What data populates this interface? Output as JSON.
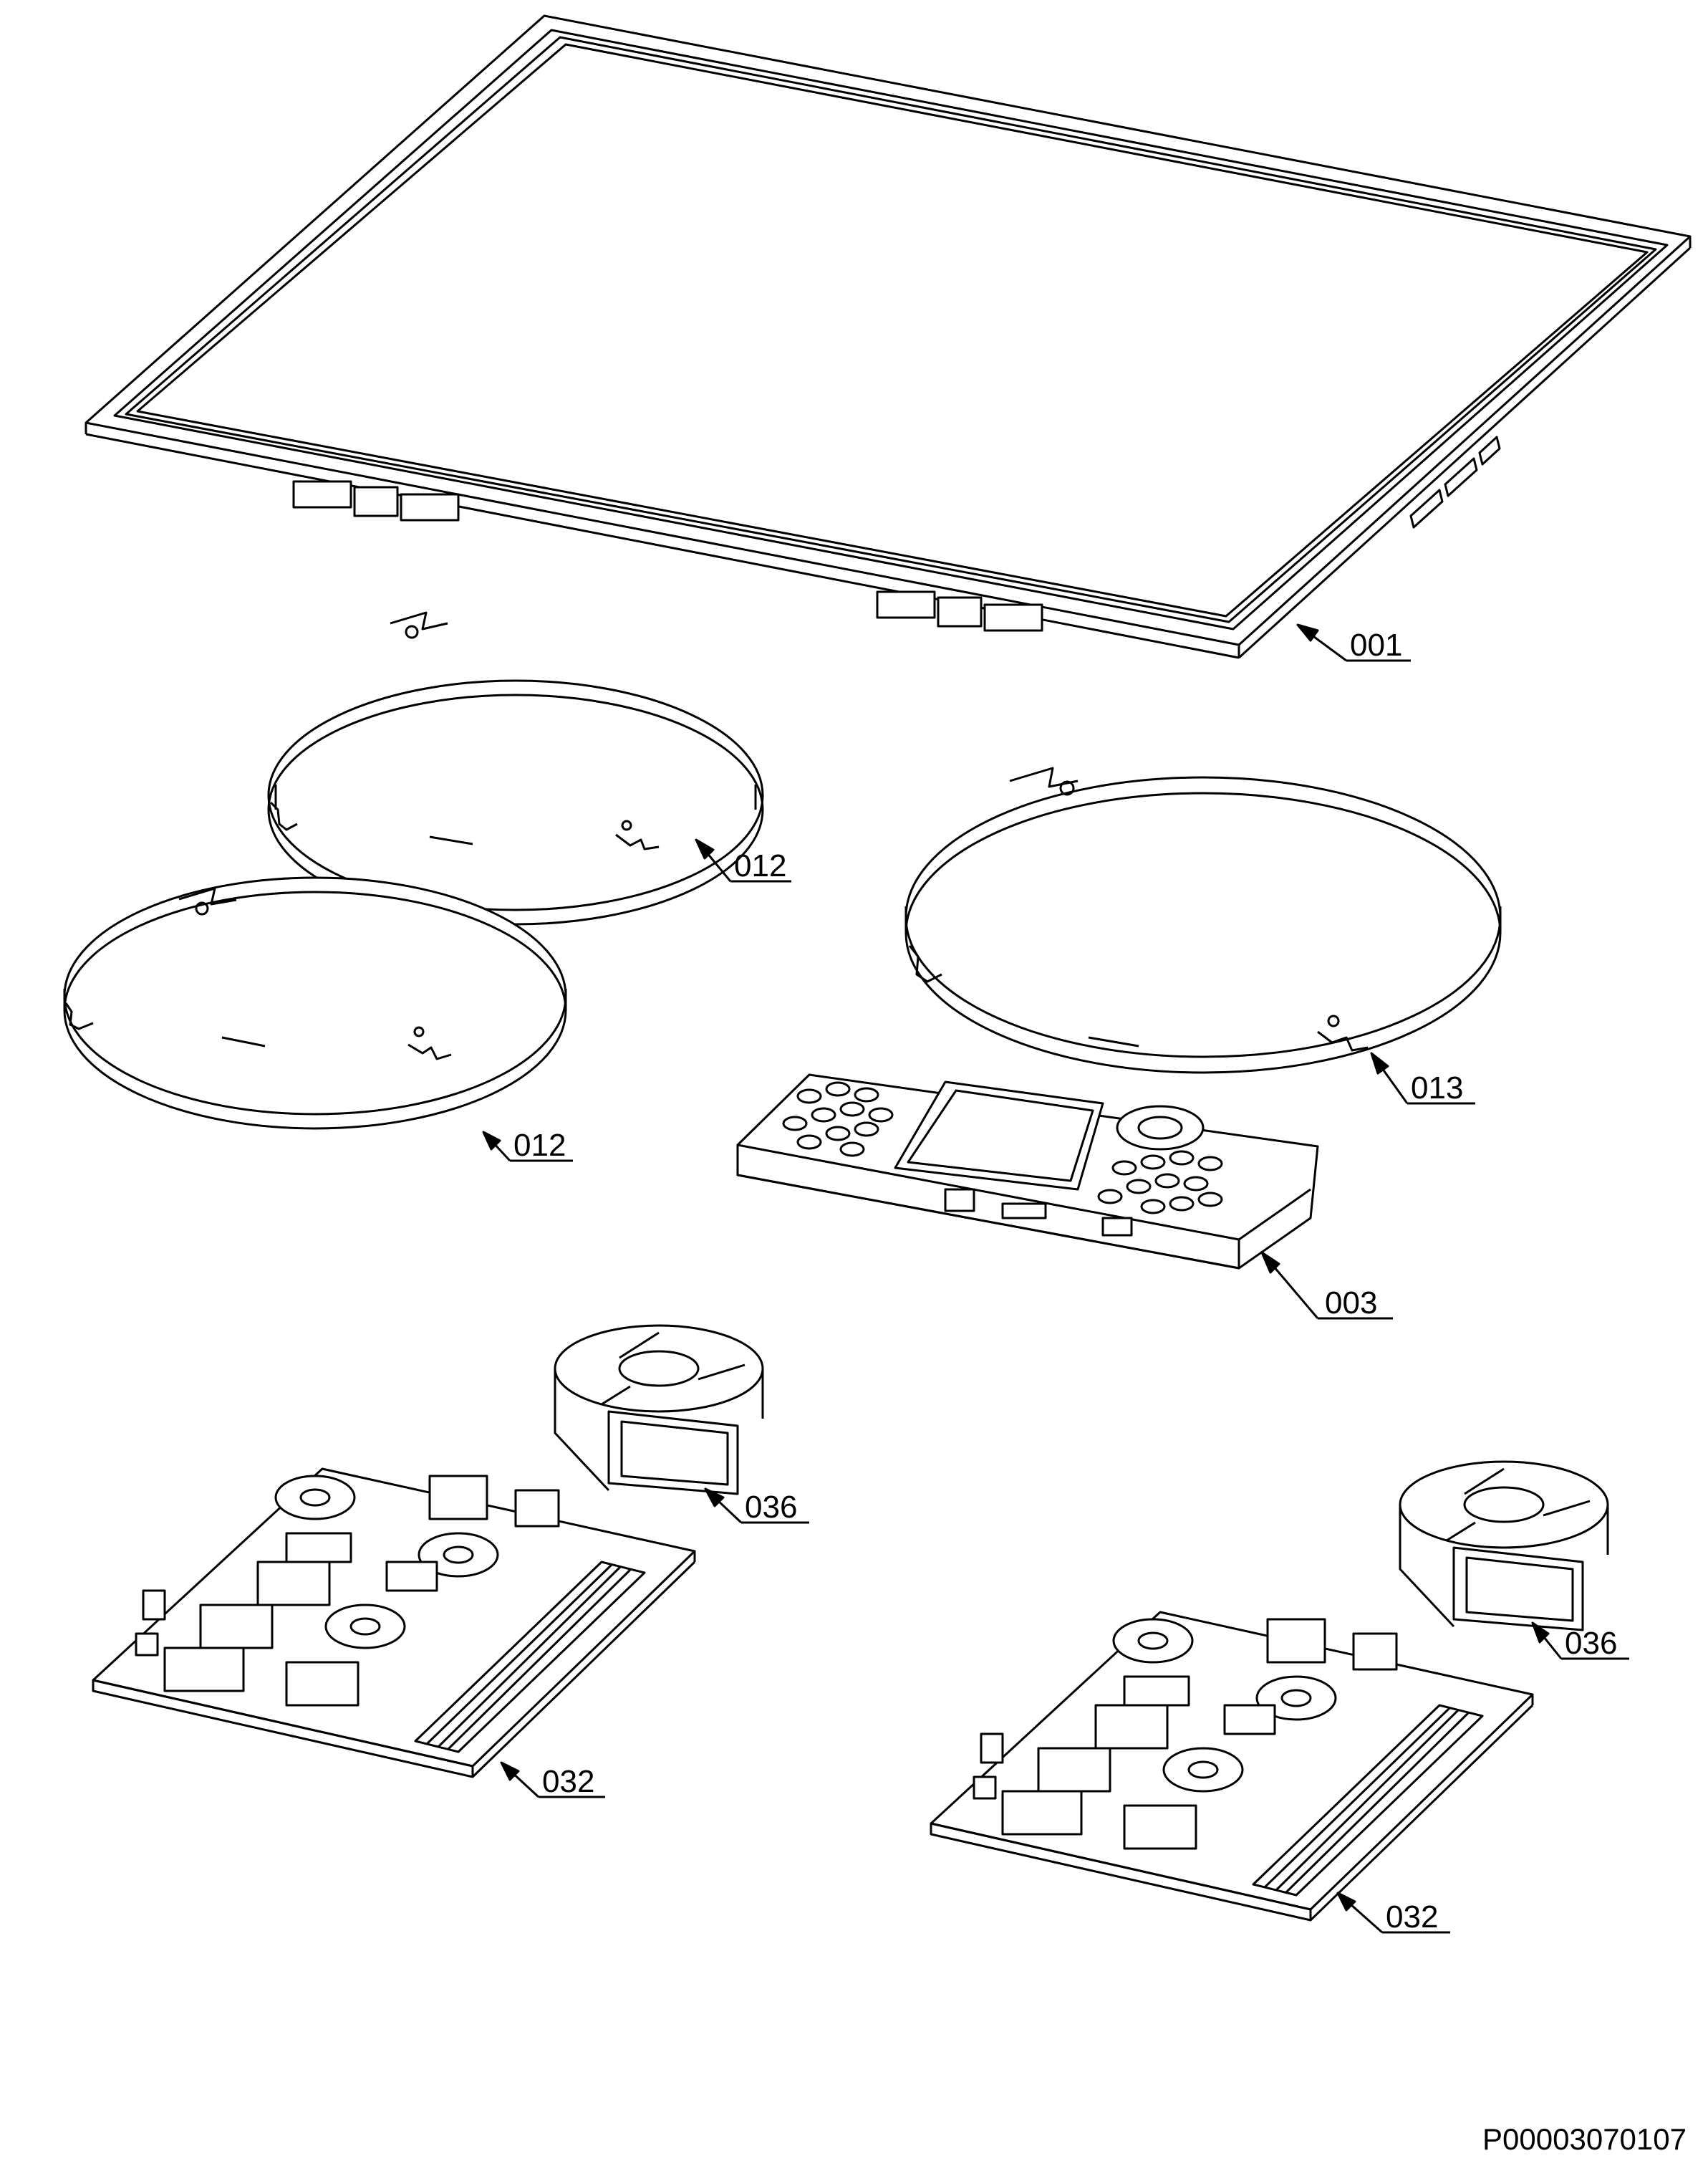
{
  "callouts": {
    "frame": "001",
    "zone_top_left": "012",
    "zone_bottom_left": "012",
    "zone_right": "013",
    "control_board": "003",
    "fan_left": "036",
    "fan_right": "036",
    "power_board_left": "032",
    "power_board_right": "032"
  },
  "document_id": "P00003070107"
}
